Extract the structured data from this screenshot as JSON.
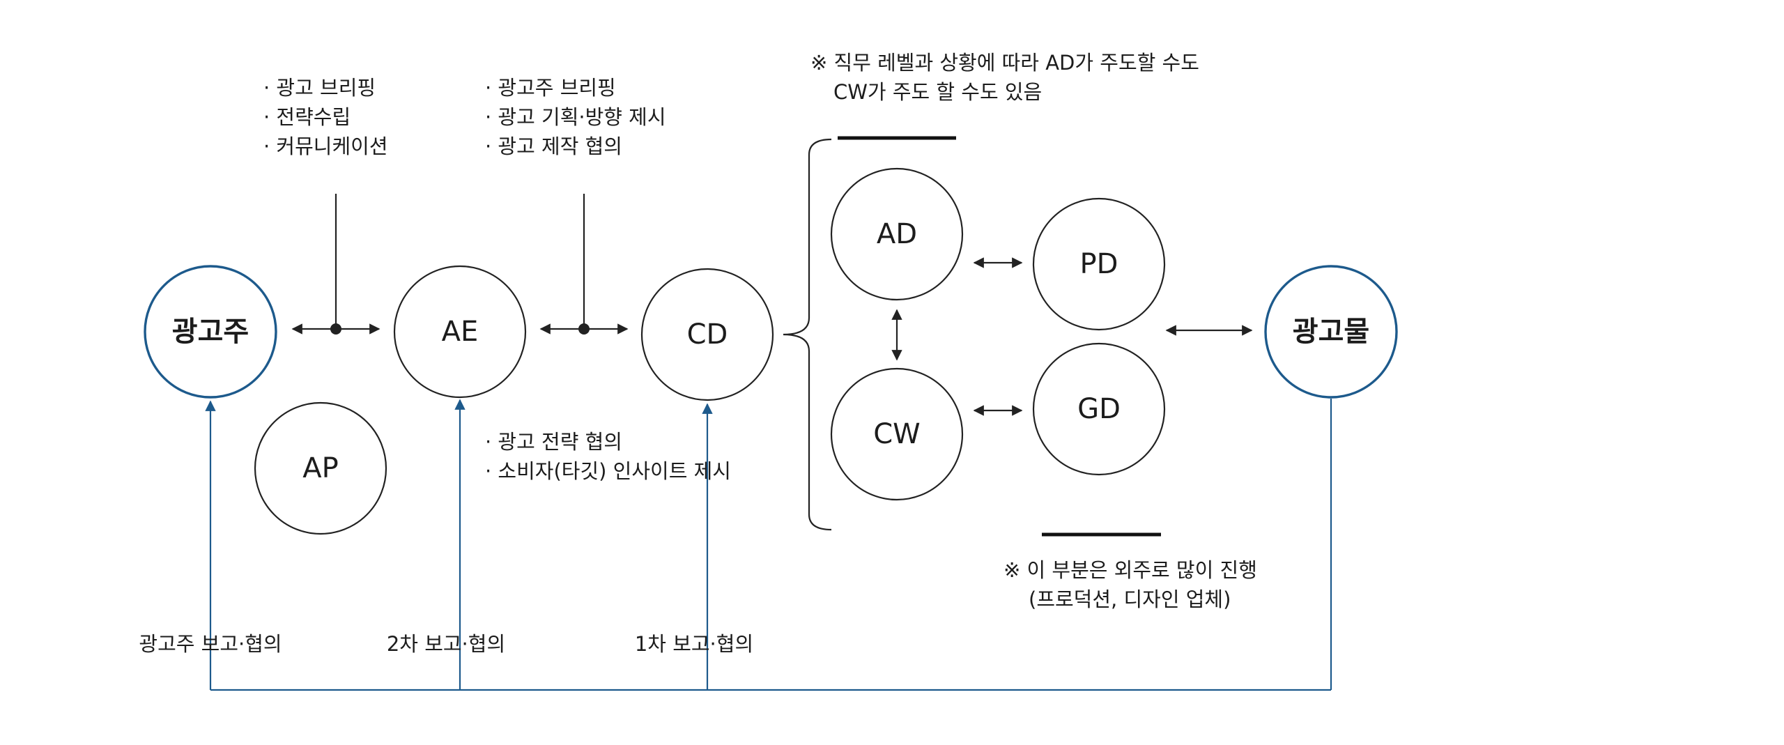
{
  "nodes": {
    "advertiser": "광고주",
    "ae": "AE",
    "cd": "CD",
    "ap": "AP",
    "ad": "AD",
    "cw": "CW",
    "pd": "PD",
    "gd": "GD",
    "output": "광고물"
  },
  "annotations": {
    "ae_tasks": [
      "· 광고 브리핑",
      "· 전략수립",
      "· 커뮤니케이션"
    ],
    "cd_tasks": [
      "· 광고주 브리핑",
      "· 광고 기획·방향 제시",
      "· 광고 제작 협의"
    ],
    "strategy": [
      "· 광고 전략 협의",
      "· 소비자(타깃) 인사이트 제시"
    ],
    "top_note": [
      "※ 직무 레벨과 상황에 따라 AD가 주도할 수도",
      "CW가 주도 할 수도 있음"
    ],
    "bottom_note": [
      "※ 이 부분은 외주로 많이 진행",
      "(프로덕션, 디자인 업체)"
    ]
  },
  "feedback_labels": {
    "advertiser": "광고주 보고·협의",
    "second": "2차 보고·협의",
    "first": "1차 보고·협의"
  },
  "colors": {
    "accent_blue": "#1d5a8c",
    "line": "#222222"
  }
}
